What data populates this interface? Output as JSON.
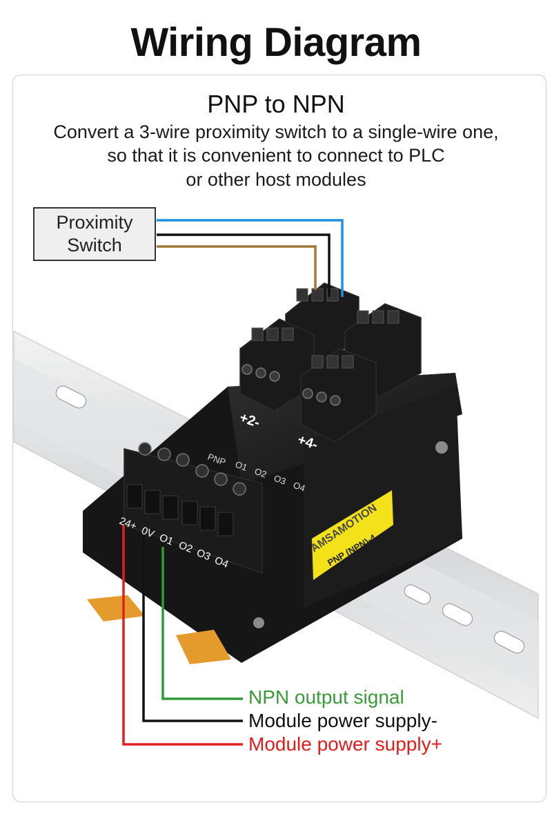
{
  "title": "Wiring Diagram",
  "subtitle": "PNP to NPN",
  "description": [
    "Convert a 3-wire proximity switch to a single-wire one,",
    "so that it is convenient to connect to PLC",
    "or other host modules"
  ],
  "proximity_switch": [
    "Proximity",
    "Switch"
  ],
  "module": {
    "brand": "AMSAMOTION",
    "model_label": "PNP (NPN)-4",
    "terminal_labels": [
      "24+",
      "0V",
      "O1",
      "O2",
      "O3",
      "O4"
    ],
    "plug_labels": [
      "+2-",
      "+4-"
    ],
    "led_labels": [
      "PNP",
      "O1",
      "O2",
      "O3",
      "O4"
    ]
  },
  "wire_colors": {
    "blue": "#1f8fe0",
    "black": "#111111",
    "brown": "#a07838",
    "red": "#e02020",
    "green": "#2e9a3a"
  },
  "signals": {
    "npn_output": {
      "label": "NPN output signal",
      "color": "#3a9a3a"
    },
    "power_minus": {
      "label": "Module power supply-",
      "color": "#111111"
    },
    "power_plus": {
      "label": "Module power supply+",
      "color": "#e41b1b"
    }
  }
}
